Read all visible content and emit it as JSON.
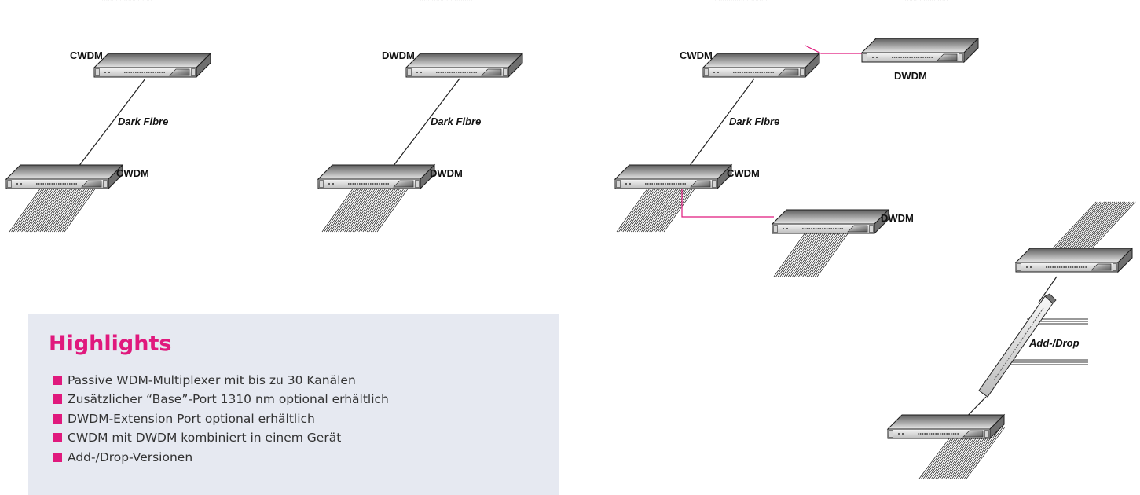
{
  "colors": {
    "accent": "#e0197d",
    "panel": "#e6e9f1",
    "ink": "#333333"
  },
  "diagram": {
    "scenario1": {
      "top_label": "CWDM",
      "link_label": "Dark Fibre",
      "bottom_label": "CWDM"
    },
    "scenario2": {
      "top_label": "DWDM",
      "link_label": "Dark Fibre",
      "bottom_label": "DWDM"
    },
    "scenario3": {
      "top_label": "CWDM",
      "top_ext_label": "DWDM",
      "link_label": "Dark Fibre",
      "bottom_label": "CWDM",
      "bottom_ext_label": "DWDM"
    },
    "scenario4": {
      "adddrop_label": "Add-/Drop"
    }
  },
  "highlights": {
    "title": "Highlights",
    "items": [
      "Passive WDM-Multiplexer mit bis zu 30 Kanälen",
      "Zusätzlicher “Base”-Port 1310 nm optional erhältlich",
      "DWDM-Extension Port optional erhältlich",
      "CWDM mit DWDM kombiniert in einem Gerät",
      "Add-/Drop-Versionen"
    ]
  }
}
